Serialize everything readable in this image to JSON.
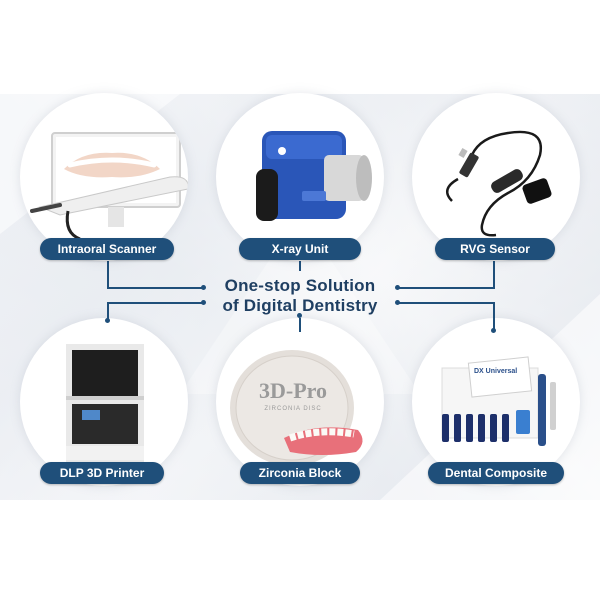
{
  "headline": {
    "line1": "One-stop Solution",
    "line2": "of Digital Dentistry"
  },
  "products": {
    "intraoral_scanner": "Intraoral Scanner",
    "xray_unit": "X-ray Unit",
    "rvg_sensor": "RVG Sensor",
    "dlp_printer": "DLP 3D Printer",
    "zirconia_block": "Zirconia Block",
    "dental_composite": "Dental Composite"
  },
  "product_marks": {
    "zirconia_brand": "3D-Pro",
    "zirconia_sub": "ZIRCONIA DISC",
    "composite_brand": "DX Universal"
  },
  "colors": {
    "label_bg": "#1f4f7a",
    "title": "#1f3f62",
    "xray_blue": "#2a56b8"
  }
}
